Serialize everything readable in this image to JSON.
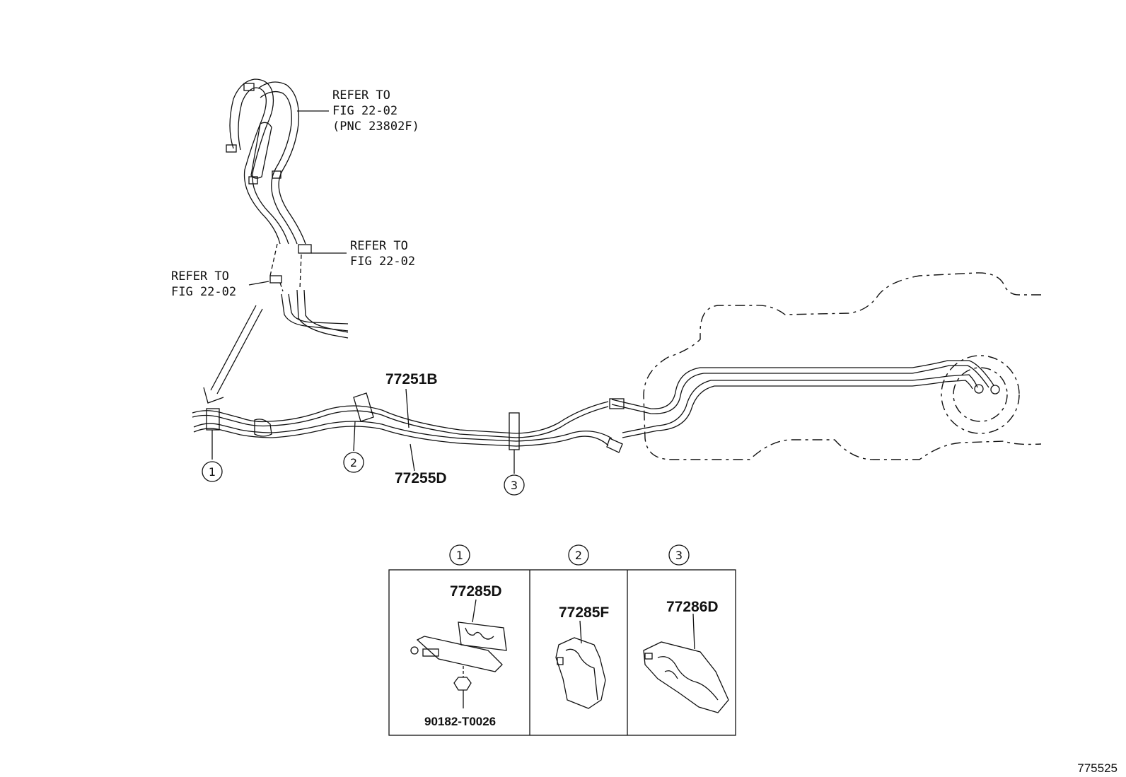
{
  "references": {
    "top": [
      "REFER TO",
      "FIG 22-02",
      "(PNC 23802F)"
    ],
    "middle": [
      "REFER TO",
      "FIG 22-02"
    ],
    "left": [
      "REFER TO",
      "FIG 22-02"
    ]
  },
  "parts": {
    "tube_upper": "77251B",
    "tube_lower": "77255D",
    "clamp1": "77285D",
    "nut": "90182-T0026",
    "clamp2": "77285F",
    "clamp3": "77286D"
  },
  "callouts": [
    "1",
    "2",
    "3"
  ],
  "figure_id": "775525"
}
